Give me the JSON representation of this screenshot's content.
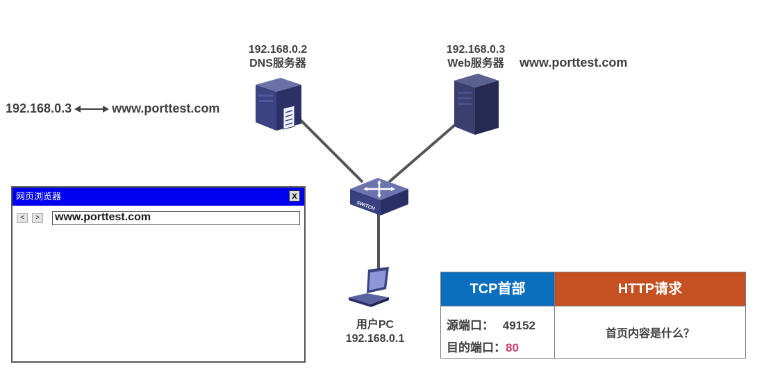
{
  "dns_server": {
    "ip": "192.168.0.2",
    "name": "DNS服务器"
  },
  "web_server": {
    "ip": "192.168.0.3",
    "name": "Web服务器",
    "domain": "www.porttest.com"
  },
  "dns_record": {
    "ip": "192.168.0.3",
    "domain": "www.porttest.com"
  },
  "switch": {
    "label": "SWITCH"
  },
  "user_pc": {
    "name": "用户PC",
    "ip": "192.168.0.1"
  },
  "browser": {
    "title": "网页浏览器",
    "close_label": "X",
    "back_label": "<",
    "forward_label": ">",
    "url": "www.porttest.com"
  },
  "packet": {
    "tcp_header_label": "TCP首部",
    "http_header_label": "HTTP请求",
    "src_port_label": "源端口：",
    "src_port_value": "49152",
    "dst_port_label": "目的端口：",
    "dst_port_value": "80",
    "http_content": "首页内容是什么？",
    "colors": {
      "tcp": "#0c6fbe",
      "http": "#c55021",
      "dst_port": "#d03a6a"
    }
  }
}
